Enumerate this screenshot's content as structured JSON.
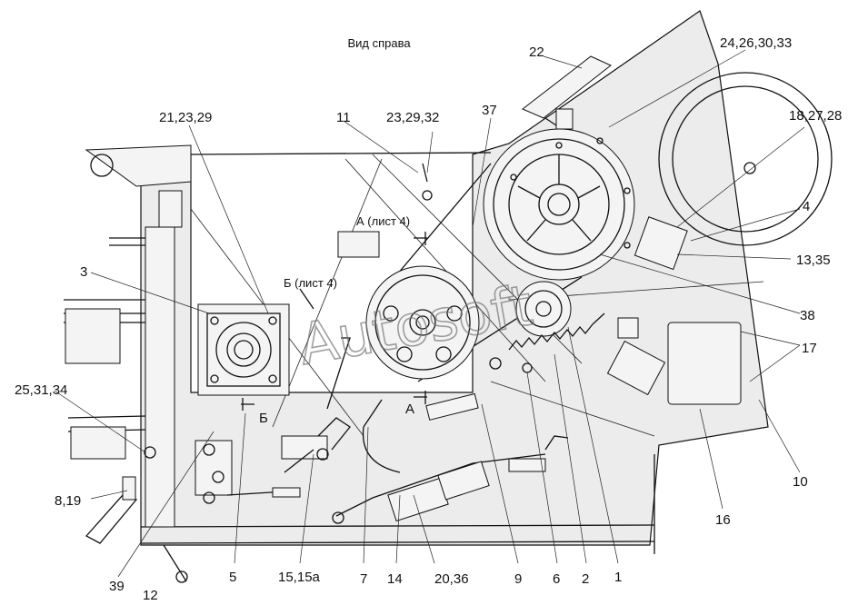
{
  "title": "Вид справа",
  "watermark": "Autosoft",
  "callouts": {
    "a_sheet4": "А (лист 4)",
    "b_sheet4": "Б (лист 4)",
    "b_mark": "Б",
    "a_mark": "А"
  },
  "labels": {
    "l_22": "22",
    "l_24_26_30_33": "24,26,30,33",
    "l_18_27_28": "18,27,28",
    "l_4": "4",
    "l_13_35": "13,35",
    "l_38": "38",
    "l_17": "17",
    "l_10": "10",
    "l_16": "16",
    "l_21_23_29": "21,23,29",
    "l_11": "11",
    "l_23_29_32": "23,29,32",
    "l_37": "37",
    "l_3": "3",
    "l_25_31_34": "25,31,34",
    "l_8_19": "8,19",
    "l_39": "39",
    "l_12": "12",
    "l_5": "5",
    "l_15_15a": "15,15а",
    "l_7": "7",
    "l_14": "14",
    "l_20_36": "20,36",
    "l_9": "9",
    "l_6": "6",
    "l_2": "2",
    "l_1": "1"
  },
  "colors": {
    "line": "#111111",
    "panel": "#ececec",
    "background": "#ffffff"
  }
}
